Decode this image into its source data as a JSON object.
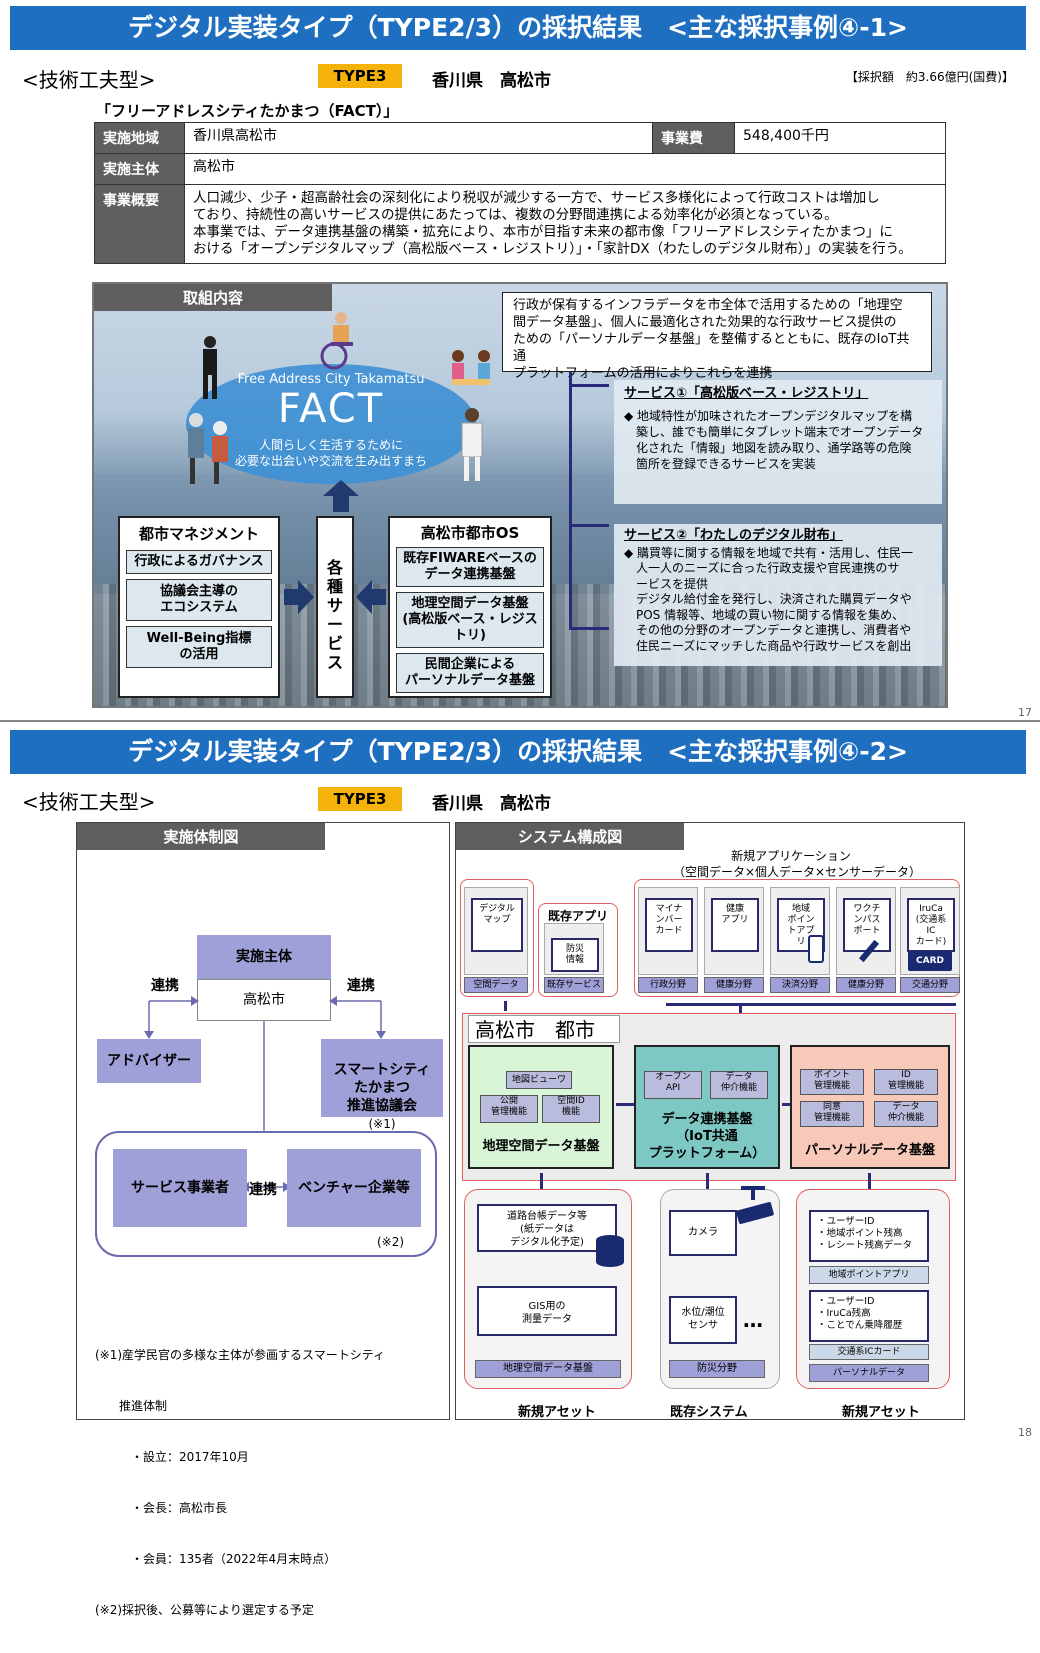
{
  "page1": {
    "banner": "デジタル実装タイプ（TYPE2/3）の採択結果　<主な採択事例④-1>",
    "ktype": "<技術工夫型>",
    "type_badge": "TYPE3",
    "pref": "香川県　高松市",
    "amount": "【採択額　約3.66億円(国費)】",
    "project_title": "「フリーアドレスシティたかまつ（FACT）」",
    "table": {
      "area_h": "実施地域",
      "area": "香川県高松市",
      "cost_h": "事業費",
      "cost": "548,400千円",
      "actor_h": "実施主体",
      "actor": "高松市",
      "summary_h": "事業概要",
      "summary_lines": [
        "人口減少、少子・超高齢社会の深刻化により税収が減少する一方で、サービス多様化によって行政コストは増加し",
        "ており、持続性の高いサービスの提供にあたっては、複数の分野間連携による効率化が必須となっている。",
        "本事業では、データ連携基盤の構築・拡充により、本市が目指す未来の都市像「フリーアドレスシティたかまつ」に",
        "おける「オープンデジタルマップ（高松版ベース・レジストリ）」・「家計DX（わたしのデジタル財布）」の実装を行う。"
      ]
    },
    "panel": {
      "tab": "取組内容",
      "callout_lines": [
        "行政が保有するインフラデータを市全体で活用するための「地理空",
        "間データ基盤」、個人に最適化された効果的な行政サービス提供の",
        "ための「パーソナルデータ基盤」を整備するとともに、既存のIoT共通",
        "プラットフォームの活用によりこれらを連携"
      ],
      "fact_sub": "Free Address City Takamatsu",
      "fact": "FACT",
      "fact_tag1": "人間らしく生活するために",
      "fact_tag2": "必要な出会いや交流を生み出すまち",
      "city_title": "都市マネジメント",
      "city_items": [
        "行政によるガバナンス",
        "協議会主導の\nエコシステム",
        "Well-Being指標\nの活用"
      ],
      "services": "各\n種\nサ\nー\nビ\nス",
      "os_title": "高松市都市OS",
      "os_items": [
        "既存FIWAREベースの\nデータ連携基盤",
        "地理空間データ基盤\n(高松版ベース・レジストリ)",
        "民間企業による\nパーソナルデータ基盤"
      ],
      "svc1_h": "サービス①「高松版ベース・レジストリ」",
      "svc1_lines": [
        "◆ 地域特性が加味されたオープンデジタルマップを構",
        "　築し、誰でも簡単にタブレット端末でオープンデータ",
        "　化された「情報」地図を読み取り、通学路等の危険",
        "　箇所を登録できるサービスを実装"
      ],
      "svc2_h": "サービス②「わたしのデジタル財布」",
      "svc2_lines": [
        "◆ 購買等に関する情報を地域で共有・活用し、住民一",
        "　人一人のニーズに合った行政支援や官民連携のサ",
        "　ービスを提供",
        "　デジタル給付金を発行し、決済された購買データや",
        "　POS 情報等、地域の買い物に関する情報を集め、",
        "　その他の分野のオープンデータと連携し、消費者や",
        "　住民ニーズにマッチした商品や行政サービスを創出"
      ]
    },
    "page_no": "17"
  },
  "page2": {
    "banner": "デジタル実装タイプ（TYPE2/3）の採択結果　<主な採択事例④-2>",
    "ktype": "<技術工夫型>",
    "type_badge": "TYPE3",
    "pref": "香川県　高松市",
    "left": {
      "tab": "実施体制図",
      "actor_h": "実施主体",
      "actor": "高松市",
      "renkei": "連携",
      "advisor": "アドバイザー",
      "smart": "スマートシティ\nたかまつ\n推進協議会",
      "note1": "(※1)",
      "svc_provider": "サービス事業者",
      "venture": "ベンチャー企業等",
      "note2": "(※2)",
      "foot_lines": [
        "(※1)産学民官の多様な主体が参画するスマートシティ",
        "　　推進体制",
        "　　　・設立：2017年10月",
        "　　　・会長：高松市長",
        "　　　・会員：135者（2022年4月末時点）",
        "(※2)採択後、公募等により選定する予定"
      ]
    },
    "right": {
      "tab": "システム構成図",
      "new_app": "新規アプリケーション",
      "new_app_sub": "（空間データ×個人データ×センサーデータ）",
      "existing_app": "既存アプリ",
      "apps": [
        {
          "name": "デジタル\nマップ",
          "label": "空間データ"
        },
        {
          "name": "防災\n情報",
          "label": "既存サービス"
        },
        {
          "name": "マイナ\nンバー\nカード",
          "label": "行政分野"
        },
        {
          "name": "健康\nアプリ",
          "label": "健康分野"
        },
        {
          "name": "地域\nポイン\nトアプ\nリ",
          "label": "決済分野"
        },
        {
          "name": "ワクチ\nンパス\nポート",
          "label": "健康分野"
        },
        {
          "name": "IruCa\n(交通系\nIC\nカード)",
          "label": "交通分野"
        }
      ],
      "card": "CARD",
      "os_title": "高松市　都市OS",
      "geo": {
        "title": "地理空間データ基盤",
        "items": [
          "地図ビューワ",
          "公開\n管理機能",
          "空間ID\n機能"
        ]
      },
      "data": {
        "title": "データ連携基盤\n（IoT共通\nプラットフォーム）",
        "items": [
          "オープン\nAPI",
          "データ\n仲介機能"
        ]
      },
      "personal": {
        "title": "パーソナルデータ基盤",
        "items": [
          "ポイント\n管理機能",
          "ID\n管理機能",
          "同意\n管理機能",
          "データ\n仲介機能"
        ]
      },
      "asset1": {
        "items": [
          "道路台帳データ等\n(紙データは\nデジタル化予定)",
          "GIS用の\n測量データ"
        ],
        "label": "地理空間データ基盤",
        "foot": "新規アセット"
      },
      "asset2": {
        "items": [
          "カメラ",
          "水位/潮位\nセンサ"
        ],
        "dots": "…",
        "label": "防災分野",
        "foot": "既存システム"
      },
      "asset3": {
        "items": [
          "・ユーザーID\n・地域ポイント残高\n・レシート残高データ",
          "・ユーザーID\n・IruCa残高\n・ことでん乗降履歴"
        ],
        "mid": "地域ポイントアプリ",
        "label2": "交通系ICカード",
        "label": "パーソナルデータ",
        "foot": "新規アセット"
      }
    },
    "page_no": "18"
  }
}
